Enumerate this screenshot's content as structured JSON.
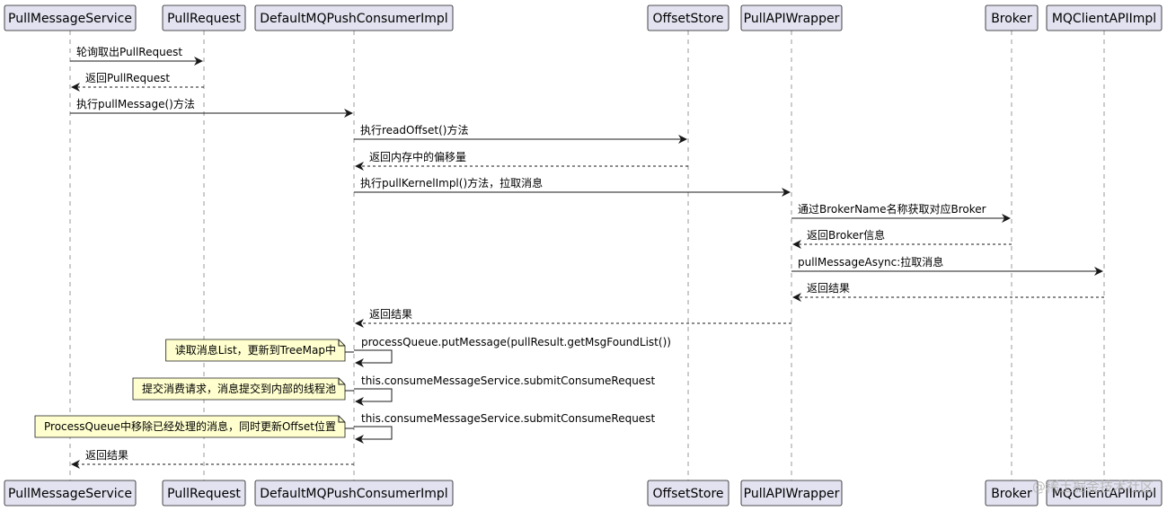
{
  "participants": [
    {
      "id": "pms",
      "label": "PullMessageService"
    },
    {
      "id": "pr",
      "label": "PullRequest"
    },
    {
      "id": "dmq",
      "label": "DefaultMQPushConsumerImpl"
    },
    {
      "id": "os",
      "label": "OffsetStore"
    },
    {
      "id": "paw",
      "label": "PullAPIWrapper"
    },
    {
      "id": "broker",
      "label": "Broker"
    },
    {
      "id": "mqc",
      "label": "MQClientAPIImpl"
    }
  ],
  "messages": [
    {
      "from": "pms",
      "to": "pr",
      "label": "轮询取出PullRequest",
      "style": "solid"
    },
    {
      "from": "pr",
      "to": "pms",
      "label": "返回PullRequest",
      "style": "dashed"
    },
    {
      "from": "pms",
      "to": "dmq",
      "label": "执行pullMessage()方法",
      "style": "solid"
    },
    {
      "from": "dmq",
      "to": "os",
      "label": "执行readOffset()方法",
      "style": "solid"
    },
    {
      "from": "os",
      "to": "dmq",
      "label": "返回内存中的偏移量",
      "style": "dashed"
    },
    {
      "from": "dmq",
      "to": "paw",
      "label": "执行pullKernelImpl()方法，拉取消息",
      "style": "solid"
    },
    {
      "from": "paw",
      "to": "broker",
      "label": "通过BrokerName名称获取对应Broker",
      "style": "solid"
    },
    {
      "from": "broker",
      "to": "paw",
      "label": "返回Broker信息",
      "style": "dashed"
    },
    {
      "from": "paw",
      "to": "mqc",
      "label": "pullMessageAsync:拉取消息",
      "style": "solid"
    },
    {
      "from": "mqc",
      "to": "paw",
      "label": "返回结果",
      "style": "dashed"
    },
    {
      "from": "paw",
      "to": "dmq",
      "label": "返回结果",
      "style": "dashed"
    },
    {
      "from": "dmq",
      "to": "dmq",
      "label": "processQueue.putMessage(pullResult.getMsgFoundList())",
      "style": "self",
      "note": "读取消息List，更新到TreeMap中"
    },
    {
      "from": "dmq",
      "to": "dmq",
      "label": "this.consumeMessageService.submitConsumeRequest",
      "style": "self",
      "note": "提交消费请求，消息提交到内部的线程池"
    },
    {
      "from": "dmq",
      "to": "dmq",
      "label": "this.consumeMessageService.submitConsumeRequest",
      "style": "self",
      "note": "ProcessQueue中移除已经处理的消息，同时更新Offset位置"
    },
    {
      "from": "dmq",
      "to": "pms",
      "label": "返回结果",
      "style": "dashed"
    }
  ],
  "watermark": "@稀土掘金技术社区"
}
